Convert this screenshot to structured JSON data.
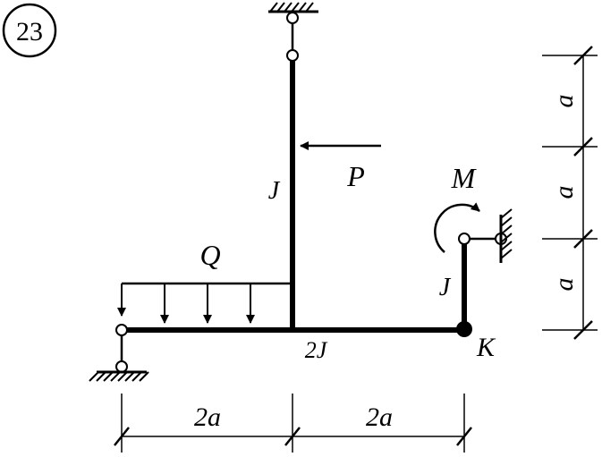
{
  "problem_number": "23",
  "labels": {
    "force": "P",
    "moment": "M",
    "distributed_load": "Q",
    "stiffness_column": "J",
    "stiffness_right_post": "J",
    "stiffness_beam": "2J",
    "point_k": "K"
  },
  "dimensions": {
    "horizontal": [
      "2a",
      "2a"
    ],
    "vertical": [
      "a",
      "a",
      "a"
    ]
  }
}
